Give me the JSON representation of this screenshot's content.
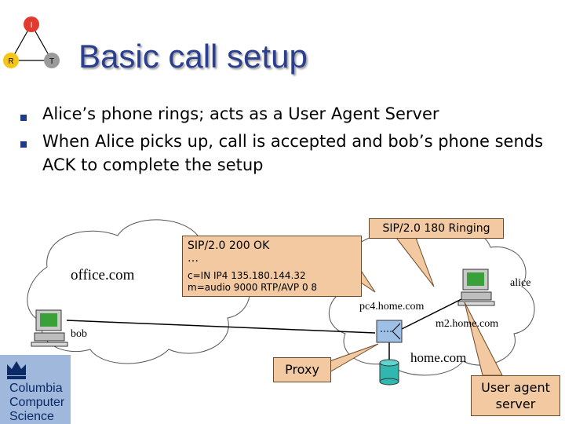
{
  "logo": {
    "top_letter": "I",
    "left_letter": "R",
    "right_letter": "T"
  },
  "title": "Basic call setup",
  "bullets": [
    {
      "lines": [
        "Alice’s phone rings; acts as a User Agent Server"
      ]
    },
    {
      "lines": [
        "When Alice picks up, call is accepted and bob’s phone sends",
        "ACK to complete the setup"
      ]
    }
  ],
  "diagram": {
    "office_cloud_label": "office.com",
    "bob_label": "bob",
    "alice_label": "alice",
    "pc4_label": "pc4.home.com",
    "m2_label": "m2.home.com",
    "home_label": "home.com",
    "proxy_label": "Proxy",
    "ringing_callout": "SIP/2.0 180 Ringing",
    "ok_callout": {
      "line1": "SIP/2.0 200 OK",
      "line2": "…",
      "line3": "c=IN IP4 135.180.144.32",
      "line4": "m=audio 9000 RTP/AVP 0 8"
    },
    "uas_callout": [
      "User agent",
      "server"
    ]
  },
  "footer_logo": {
    "lines": [
      "Columbia",
      "Computer",
      "Science"
    ]
  },
  "colors": {
    "title": "#2b3f8f",
    "callout": "#f2c9a0",
    "bullet": "#1e3a8a"
  }
}
